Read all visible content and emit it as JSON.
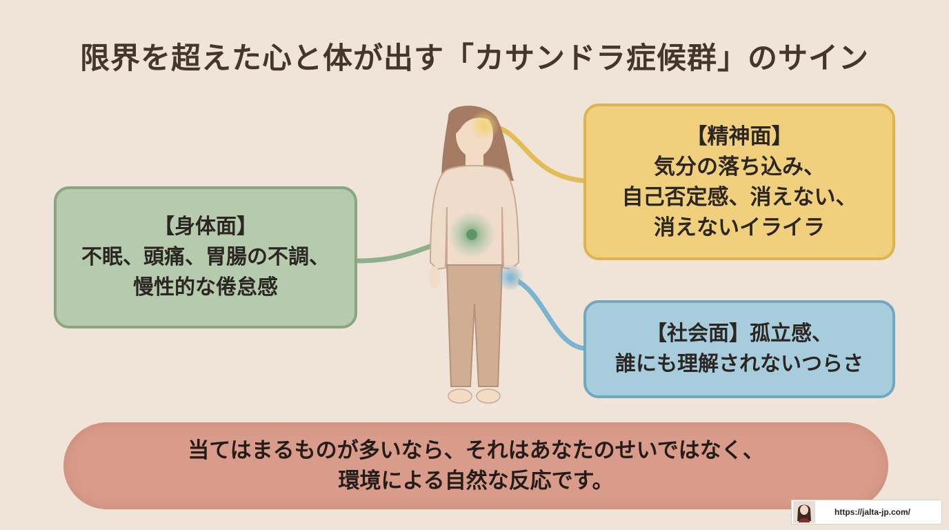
{
  "title": "限界を超えた心と体が出す「カサンドラ症候群」のサイン",
  "mental": {
    "heading": "【精神面】",
    "lines": [
      "気分の落ち込み、",
      "自己否定感、消えない、",
      "消えないイライラ"
    ]
  },
  "physical": {
    "heading": "【身体面】",
    "lines": [
      "不眠、頭痛、胃腸の不調、",
      "慢性的な倦怠感"
    ]
  },
  "social": {
    "lines": [
      "【社会面】孤立感、",
      "誰にも理解されないつらさ"
    ]
  },
  "banner": {
    "lines": [
      "当てはまるものが多いなら、それはあなたのせいではなく、",
      "環境による自然な反応です。"
    ]
  },
  "credit": {
    "url": "https://jalta-jp.com/",
    "avatar_icon": "woman-avatar-icon"
  },
  "colors": {
    "background": "#f0e4d8",
    "mental": "#f0d07c",
    "physical": "#b6cbae",
    "social": "#a7cddd",
    "banner": "#d99c8a"
  }
}
